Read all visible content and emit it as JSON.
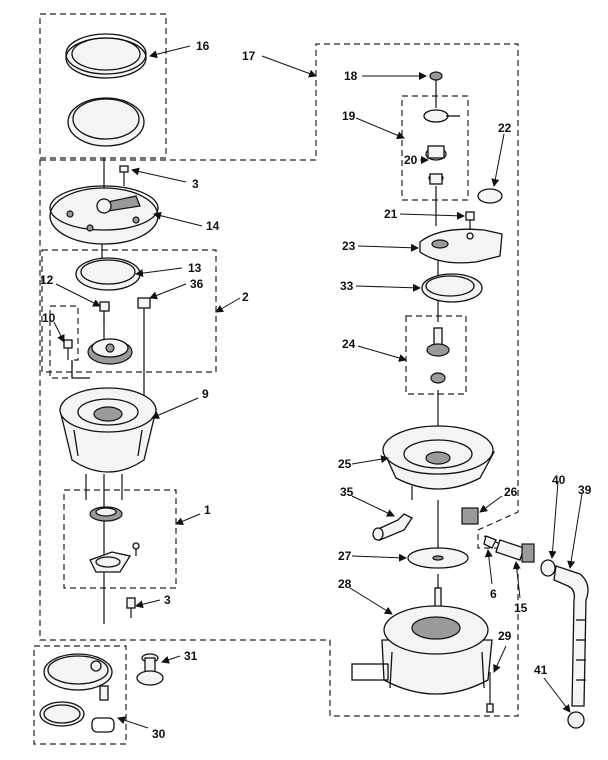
{
  "callouts": {
    "c1": "1",
    "c2": "2",
    "c3a": "3",
    "c3b": "3",
    "c6": "6",
    "c9": "9",
    "c10": "10",
    "c12": "12",
    "c13": "13",
    "c14": "14",
    "c15": "15",
    "c16": "16",
    "c17": "17",
    "c18": "18",
    "c19": "19",
    "c20": "20",
    "c21": "21",
    "c22": "22",
    "c23": "23",
    "c24": "24",
    "c25": "25",
    "c26": "26",
    "c27": "27",
    "c28": "28",
    "c29": "29",
    "c30": "30",
    "c31": "31",
    "c33": "33",
    "c35": "35",
    "c36": "36",
    "c39": "39",
    "c40": "40",
    "c41": "41"
  },
  "icons": {
    "arrowhead": "arrowhead-icon"
  },
  "colors": {
    "line": "#111111",
    "background": "#ffffff"
  }
}
